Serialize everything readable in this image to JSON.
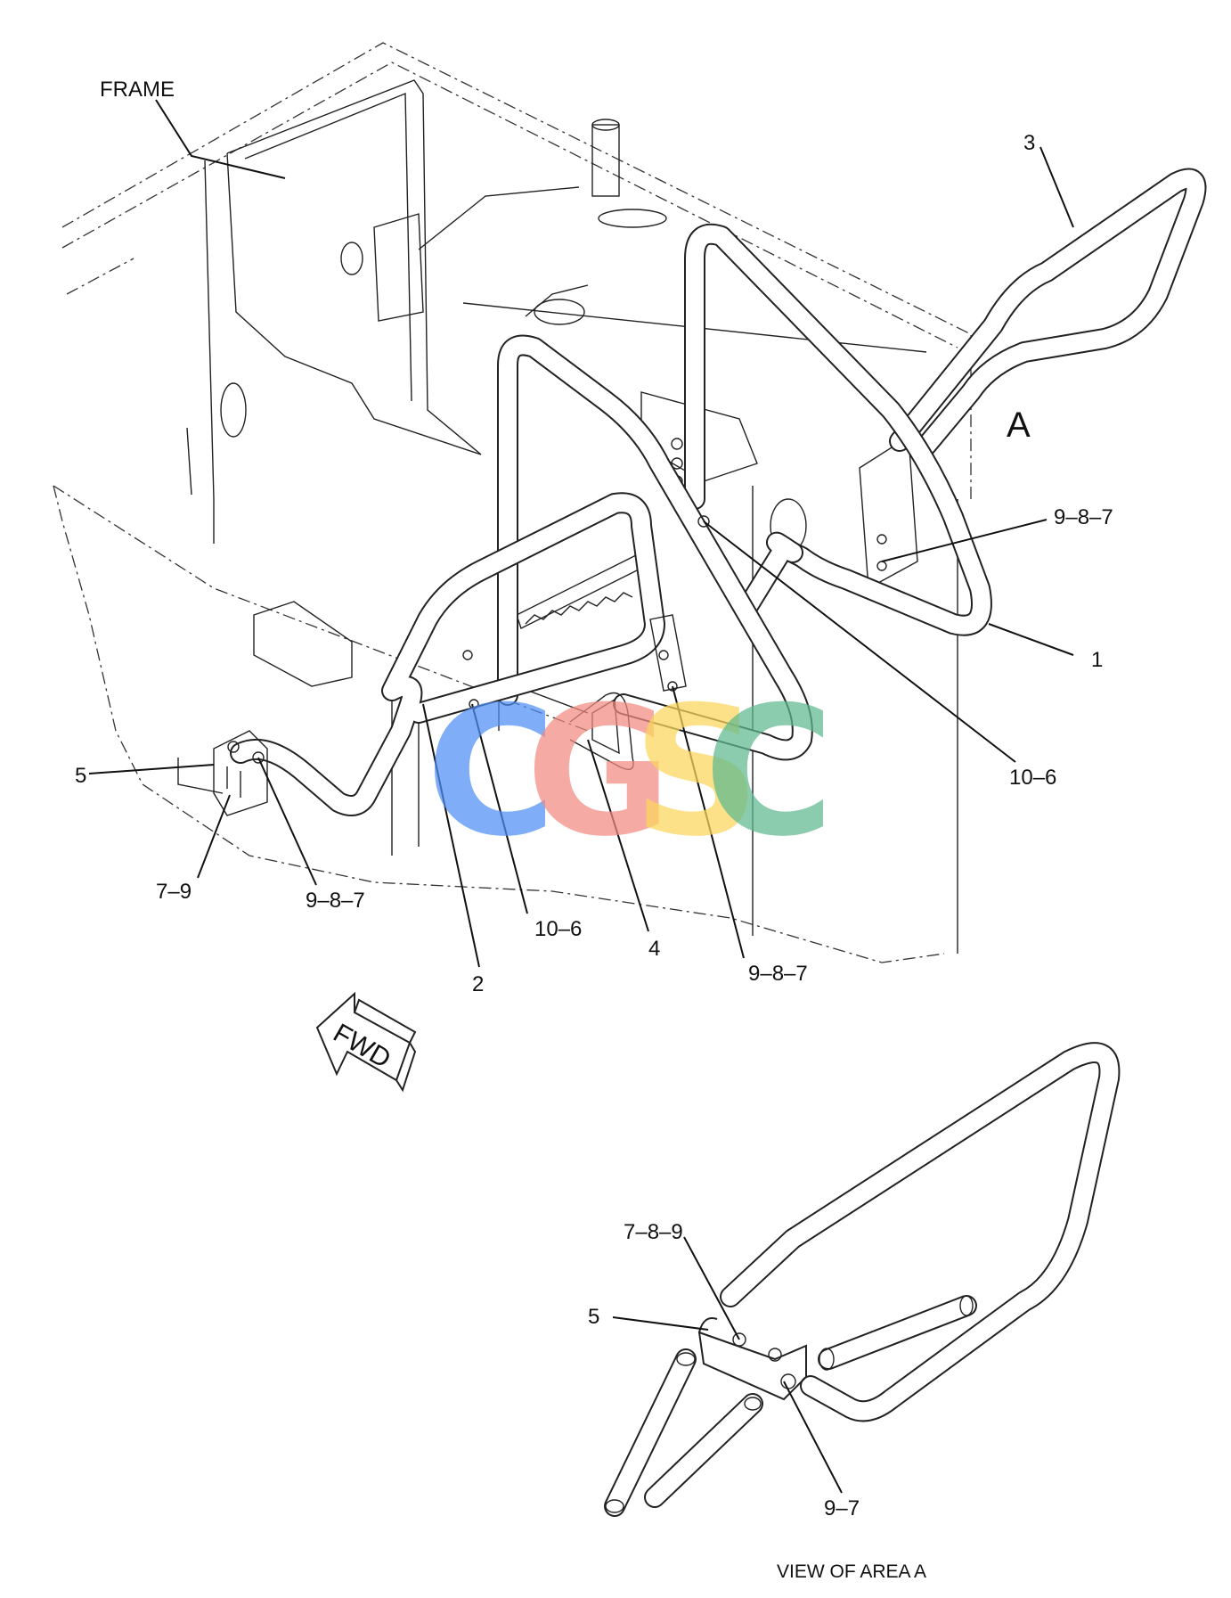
{
  "labels": {
    "frame": "FRAME",
    "part_3": "3",
    "area_a": "A",
    "part_9_8_7_right": "9–8–7",
    "part_1": "1",
    "part_10_6_right": "10–6",
    "part_5_main": "5",
    "part_7_9": "7–9",
    "part_9_8_7_left": "9–8–7",
    "part_10_6_center": "10–6",
    "part_4": "4",
    "part_2": "2",
    "part_9_8_7_center": "9–8–7",
    "fwd": "FWD",
    "detail_7_8_9": "7–8–9",
    "detail_5": "5",
    "detail_9_7": "9–7",
    "view_caption": "VIEW OF AREA  A"
  },
  "watermark": {
    "letters": [
      "C",
      "G",
      "S",
      "C"
    ],
    "colors": [
      "#4f8ef5",
      "#f28b82",
      "#fbd65b",
      "#5fb98f"
    ]
  }
}
